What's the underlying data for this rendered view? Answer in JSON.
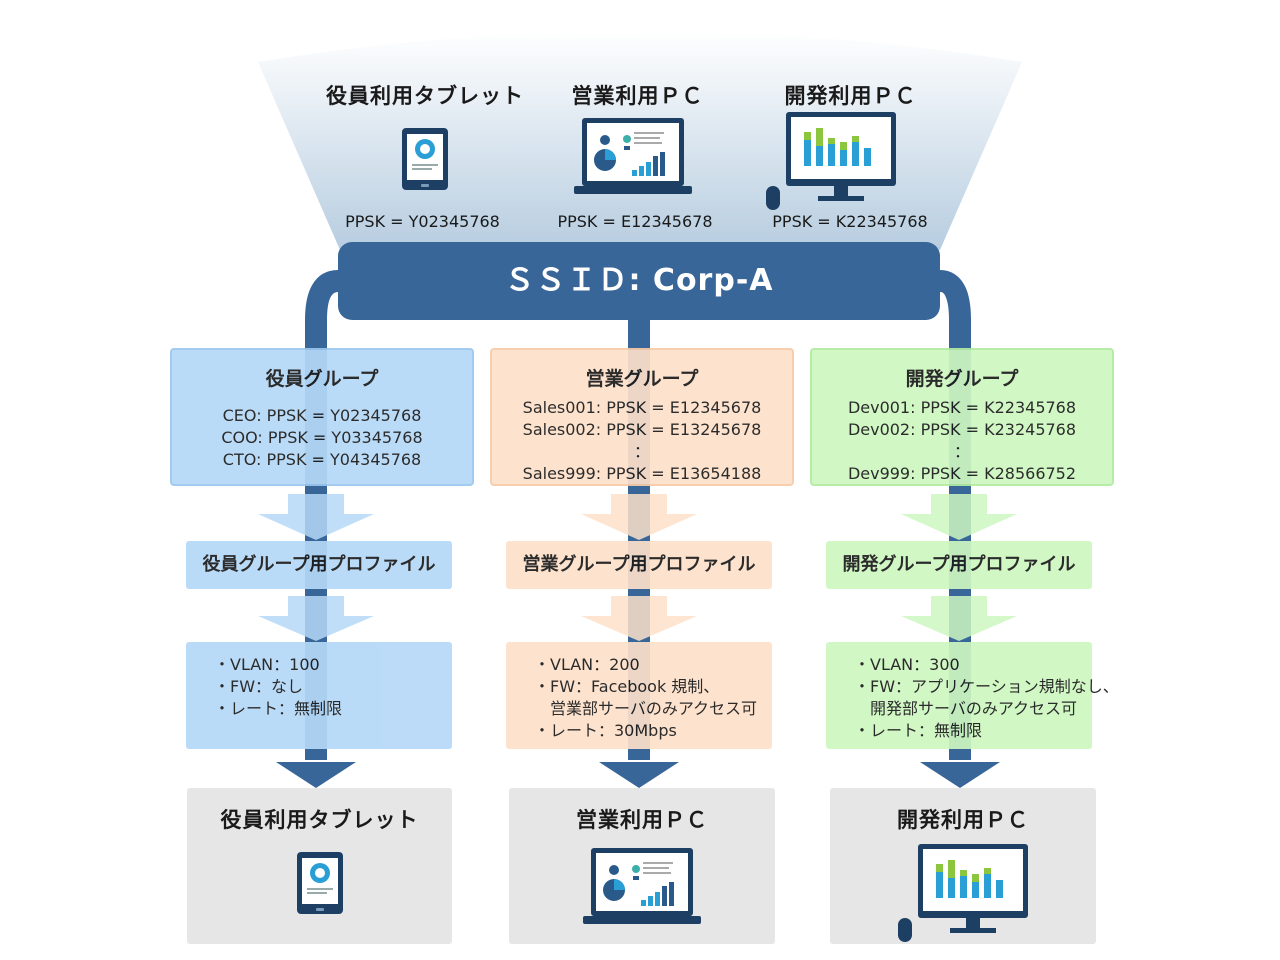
{
  "devices_top": [
    {
      "label": "役員利用タブレット",
      "ppsk": "PPSK = Y02345768",
      "icon": "tablet-icon"
    },
    {
      "label": "営業利用ＰＣ",
      "ppsk": "PPSK = E12345678",
      "icon": "laptop-icon"
    },
    {
      "label": "開発利用ＰＣ",
      "ppsk": "PPSK = K22345768",
      "icon": "desktop-icon"
    }
  ],
  "ssid": {
    "label": "ＳＳＩＤ: Corp-A"
  },
  "groups": [
    {
      "title": "役員グループ",
      "lines": [
        "CEO: PPSK = Y02345768",
        "COO: PPSK = Y03345768",
        "CTO: PPSK = Y04345768"
      ]
    },
    {
      "title": "営業グループ",
      "lines": [
        "Sales001: PPSK = E12345678",
        "Sales002: PPSK = E13245678",
        "：",
        "Sales999: PPSK = E13654188"
      ]
    },
    {
      "title": "開発グループ",
      "lines": [
        "Dev001: PPSK = K22345768",
        "Dev002: PPSK = K23245768",
        "：",
        "Dev999: PPSK = K28566752"
      ]
    }
  ],
  "profiles": [
    "役員グループ用プロファイル",
    "営業グループ用プロファイル",
    "開発グループ用プロファイル"
  ],
  "settings": [
    [
      "・VLAN：100",
      "・FW：なし",
      "・レート：無制限"
    ],
    [
      "・VLAN：200",
      "・FW：Facebook 規制、",
      "　営業部サーバのみアクセス可",
      "・レート：30Mbps"
    ],
    [
      "・VLAN：300",
      "・FW：アプリケーション規制なし、",
      "　開発部サーバのみアクセス可",
      "・レート：無制限"
    ]
  ],
  "targets": [
    "役員利用タブレット",
    "営業利用ＰＣ",
    "開発利用ＰＣ"
  ],
  "colors": {
    "ssid": "#386698",
    "blue": "#b5d8f7",
    "orange": "#fde0c9",
    "green": "#cdf7c0",
    "target": "#e6e6e6",
    "icon_dark": "#1c3f63"
  }
}
